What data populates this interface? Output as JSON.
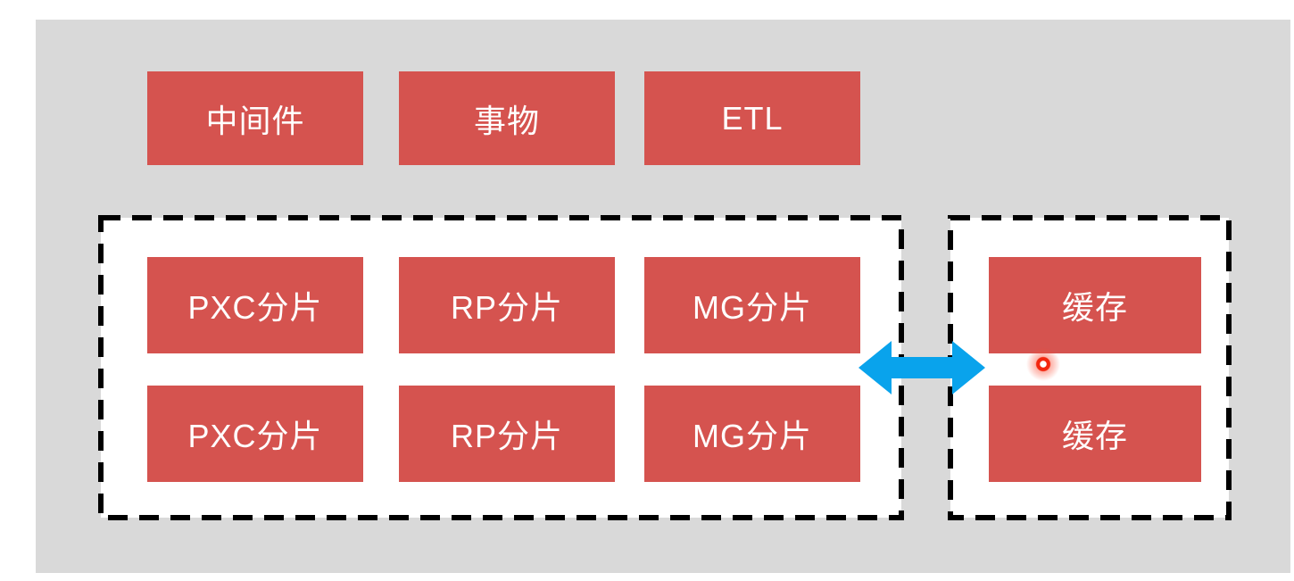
{
  "palette": {
    "page_bg": "#ffffff",
    "panel_bg": "#d9d9d9",
    "box_red": "#d5534f",
    "box_text": "#ffffff",
    "cluster_bg": "#ffffff",
    "dash_border": "#000000",
    "arrow_blue": "#09a3ec",
    "laser_red": "#f3260e"
  },
  "header_boxes": [
    {
      "label": "中间件"
    },
    {
      "label": "事物"
    },
    {
      "label": "ETL"
    }
  ],
  "shard_cluster": {
    "rows": [
      [
        {
          "label": "PXC分片"
        },
        {
          "label": "RP分片"
        },
        {
          "label": "MG分片"
        }
      ],
      [
        {
          "label": "PXC分片"
        },
        {
          "label": "RP分片"
        },
        {
          "label": "MG分片"
        }
      ]
    ]
  },
  "cache_cluster": {
    "boxes": [
      {
        "label": "缓存"
      },
      {
        "label": "缓存"
      }
    ]
  },
  "connector": {
    "type": "double-headed-arrow",
    "orientation": "horizontal"
  },
  "pointer": {
    "type": "laser-pointer-dot"
  }
}
